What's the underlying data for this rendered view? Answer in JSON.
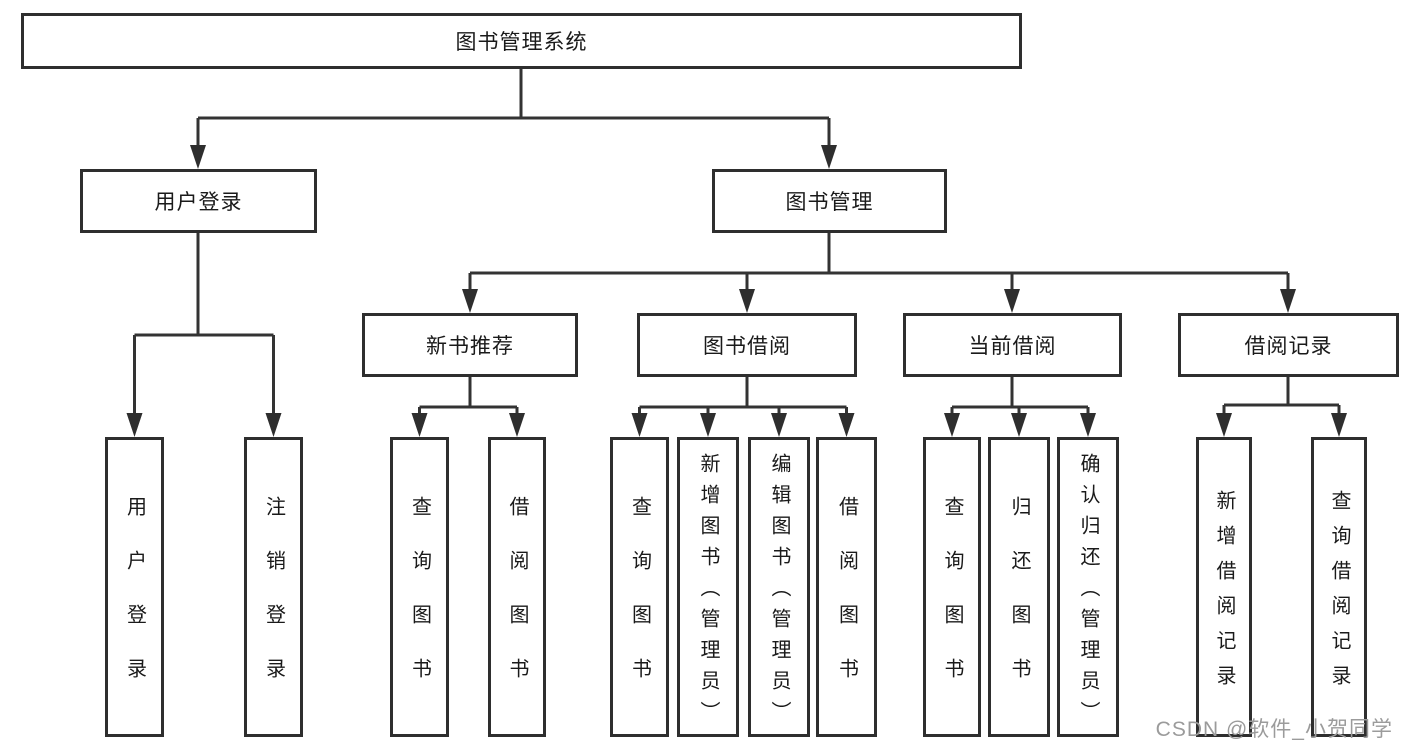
{
  "diagram": {
    "title_node": {
      "label": "图书管理系统"
    },
    "level2": [
      {
        "id": "user-login-branch",
        "label": "用户登录"
      },
      {
        "id": "book-management-branch",
        "label": "图书管理"
      }
    ],
    "level3": [
      {
        "id": "new-book-recommend",
        "label": "新书推荐"
      },
      {
        "id": "book-borrow",
        "label": "图书借阅"
      },
      {
        "id": "current-borrow",
        "label": "当前借阅"
      },
      {
        "id": "borrow-records",
        "label": "借阅记录"
      }
    ],
    "leaves": [
      {
        "id": "user-login",
        "label": "用户登录"
      },
      {
        "id": "logout",
        "label": "注销登录"
      },
      {
        "id": "query-books-1",
        "label": "查询图书"
      },
      {
        "id": "borrow-books-1",
        "label": "借阅图书"
      },
      {
        "id": "query-books-2",
        "label": "查询图书"
      },
      {
        "id": "add-book-admin",
        "label": "新增图书（管理员）"
      },
      {
        "id": "edit-book-admin",
        "label": "编辑图书（管理员）"
      },
      {
        "id": "borrow-books-2",
        "label": "借阅图书"
      },
      {
        "id": "query-books-3",
        "label": "查询图书"
      },
      {
        "id": "return-books",
        "label": "归还图书"
      },
      {
        "id": "confirm-return-admin",
        "label": "确认归还（管理员）"
      },
      {
        "id": "add-borrow-record",
        "label": "新增借阅记录"
      },
      {
        "id": "query-borrow-record",
        "label": "查询借阅记录"
      }
    ],
    "colors": {
      "line": "#333333",
      "box_border": "#2e2e2e",
      "box_fill": "#ffffff",
      "text": "#1a1a1a",
      "watermark": "#9b9b9b"
    }
  },
  "watermark": {
    "text": "CSDN @软件_小贺同学"
  }
}
